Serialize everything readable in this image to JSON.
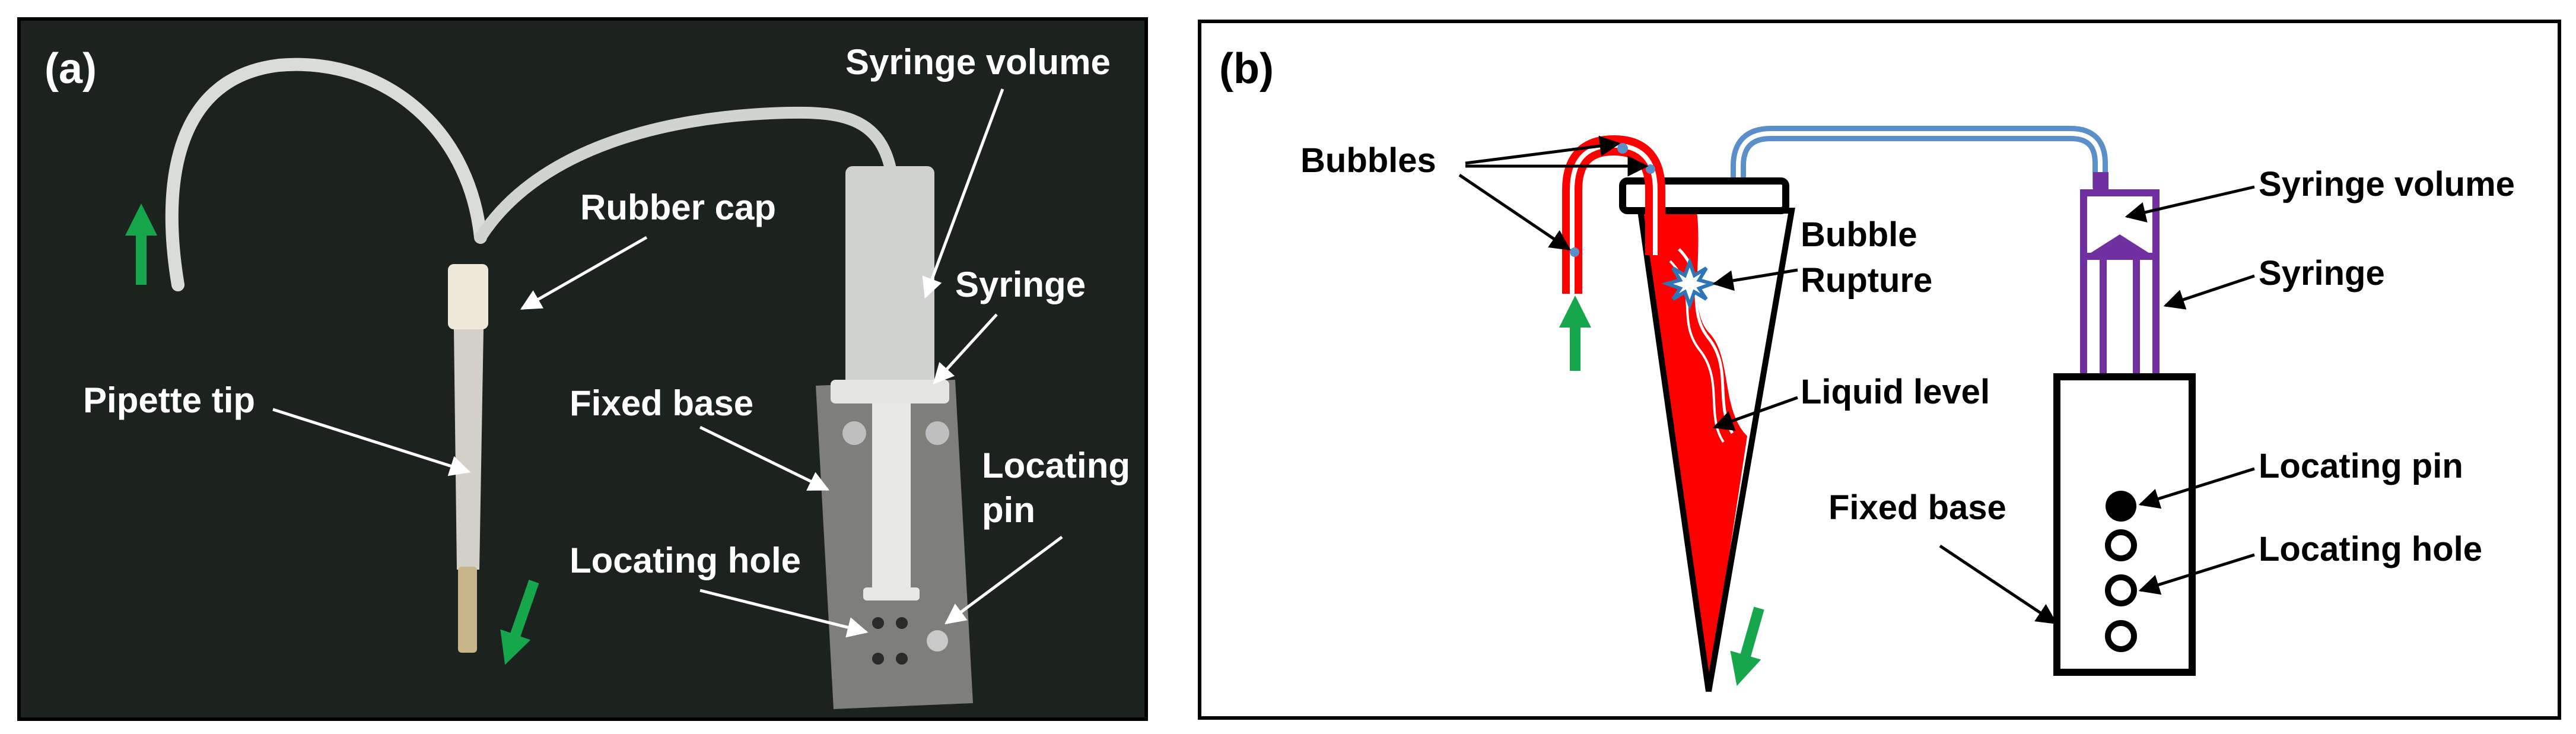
{
  "panel_a": {
    "tag": "(a)",
    "labels": {
      "syringe_volume": "Syringe volume",
      "rubber_cap": "Rubber cap",
      "syringe": "Syringe",
      "pipette_tip": "Pipette tip",
      "fixed_base": "Fixed base",
      "locating_pin_1": "Locating",
      "locating_pin_2": "pin",
      "locating_hole": "Locating hole"
    }
  },
  "panel_b": {
    "tag": "(b)",
    "labels": {
      "bubbles": "Bubbles",
      "bubble_rupture_1": "Bubble",
      "bubble_rupture_2": "Rupture",
      "liquid_level": "Liquid level",
      "fixed_base": "Fixed base",
      "syringe_volume": "Syringe volume",
      "syringe": "Syringe",
      "locating_pin": "Locating pin",
      "locating_hole": "Locating hole"
    }
  },
  "colors": {
    "photo_background": "#1c221d",
    "flow_arrow": "#16a64b",
    "liquid": "#ff0000",
    "tube_blue": "#5b8fc9",
    "syringe_purple": "#7030a0"
  }
}
